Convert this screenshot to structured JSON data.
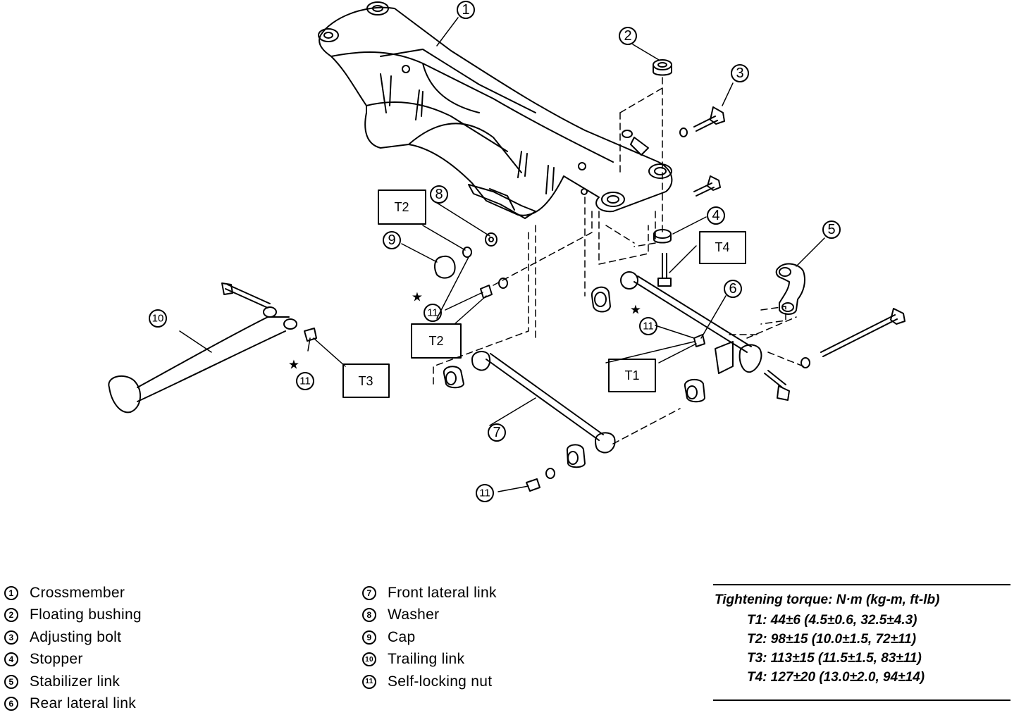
{
  "callouts": {
    "c1": "1",
    "c2": "2",
    "c3": "3",
    "c4": "4",
    "c5": "5",
    "c6": "6",
    "c7": "7",
    "c8": "8",
    "c9": "9",
    "c10": "10",
    "c11a": "11",
    "c11b": "11",
    "c11c": "11",
    "c11d": "11"
  },
  "torque_boxes": {
    "t2a": "T2",
    "t2b": "T2",
    "t3": "T3",
    "t4": "T4",
    "t1": "T1"
  },
  "star_symbol": "★",
  "legend": {
    "col1": [
      {
        "num": "1",
        "label": "Crossmember"
      },
      {
        "num": "2",
        "label": "Floating bushing"
      },
      {
        "num": "3",
        "label": "Adjusting bolt"
      },
      {
        "num": "4",
        "label": "Stopper"
      },
      {
        "num": "5",
        "label": "Stabilizer link"
      },
      {
        "num": "6",
        "label": "Rear lateral link"
      }
    ],
    "col2": [
      {
        "num": "7",
        "label": "Front lateral link"
      },
      {
        "num": "8",
        "label": "Washer"
      },
      {
        "num": "9",
        "label": "Cap"
      },
      {
        "num": "10",
        "label": "Trailing link"
      },
      {
        "num": "11",
        "label": "Self-locking nut"
      }
    ]
  },
  "torque": {
    "heading": "Tightening torque: N·m (kg-m, ft-lb)",
    "lines": [
      "T1: 44±6 (4.5±0.6, 32.5±4.3)",
      "T2: 98±15 (10.0±1.5, 72±11)",
      "T3: 113±15 (11.5±1.5, 83±11)",
      "T4: 127±20 (13.0±2.0, 94±14)"
    ]
  }
}
